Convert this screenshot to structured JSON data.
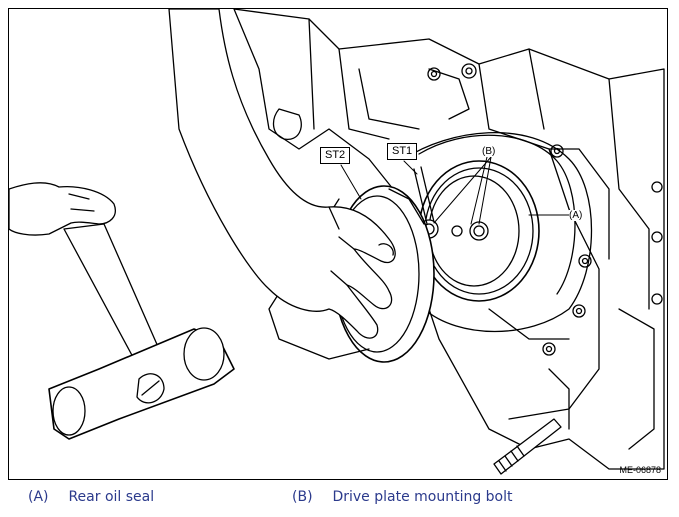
{
  "figure": {
    "callouts": {
      "st2": "ST2",
      "st1": "ST1",
      "b": "(B)",
      "a": "(A)"
    },
    "figure_id": "ME-06878"
  },
  "legend": [
    {
      "key": "(A)",
      "label": "Rear oil seal"
    },
    {
      "key": "(B)",
      "label": "Drive plate mounting bolt"
    }
  ],
  "colors": {
    "legend_text": "#2b3a8c",
    "line": "#000000"
  }
}
